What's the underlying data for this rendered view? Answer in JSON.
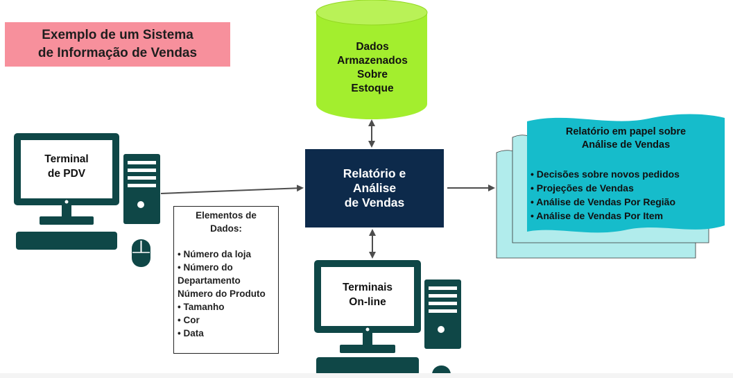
{
  "title": {
    "line1": "Exemplo de um Sistema",
    "line2": "de Informação de Vendas"
  },
  "database": {
    "label": [
      "Dados",
      "Armazenados",
      "Sobre",
      "Estoque"
    ],
    "color": "#a3ee2e"
  },
  "central": {
    "label_line1": "Relatório e",
    "label_line2": "Análise",
    "label_line3": "de Vendas",
    "color": "#0d2a4b"
  },
  "pdv_terminal": {
    "line1": "Terminal",
    "line2": "de PDV",
    "icon": "desktop-computer-icon"
  },
  "online_terminals": {
    "line1": "Terminais",
    "line2": "On-line",
    "icon": "desktop-computer-icon"
  },
  "data_elements": {
    "title_line1": "Elementos de",
    "title_line2": "Dados:",
    "items": [
      "• Número da loja",
      "• Número do",
      "Departamento",
      "Número do Produto",
      "• Tamanho",
      "• Cor",
      "• Data"
    ]
  },
  "report": {
    "title_line1": "Relatório em papel sobre",
    "title_line2": "Análise de Vendas",
    "items": [
      "• Decisões sobre novos pedidos",
      "• Projeções de Vendas",
      "• Análise de Vendas Por Região",
      "• Análise de Vendas Por Item"
    ],
    "front_color": "#16bccb",
    "back_color": "#b1ecec"
  },
  "colors": {
    "title_bg": "#f7909c",
    "device": "#0f4747",
    "arrow": "#4d4d4d"
  }
}
